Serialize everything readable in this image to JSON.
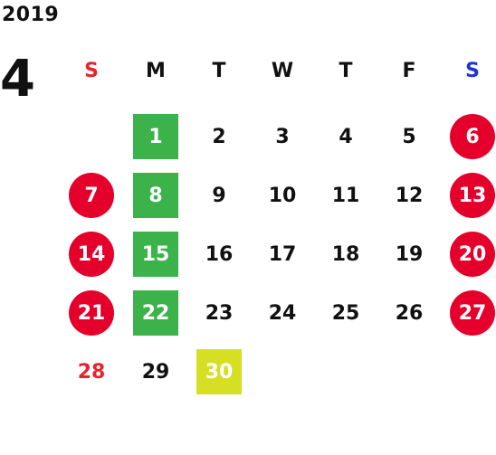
{
  "year": "2019",
  "month": "4",
  "weekdays": [
    {
      "label": "S",
      "color": "#e8232e"
    },
    {
      "label": "M",
      "color": "#111111"
    },
    {
      "label": "T",
      "color": "#111111"
    },
    {
      "label": "W",
      "color": "#111111"
    },
    {
      "label": "T",
      "color": "#111111"
    },
    {
      "label": "F",
      "color": "#111111"
    },
    {
      "label": "S",
      "color": "#1f33d6"
    }
  ],
  "weeks": [
    [
      "",
      "1",
      "2",
      "3",
      "4",
      "5",
      "6"
    ],
    [
      "7",
      "8",
      "9",
      "10",
      "11",
      "12",
      "13"
    ],
    [
      "14",
      "15",
      "16",
      "17",
      "18",
      "19",
      "20"
    ],
    [
      "21",
      "22",
      "23",
      "24",
      "25",
      "26",
      "27"
    ],
    [
      "28",
      "29",
      "30",
      "",
      "",
      "",
      ""
    ]
  ],
  "highlights": {
    "red_circle": [
      "6",
      "7",
      "13",
      "14",
      "20",
      "21",
      "27"
    ],
    "green_square": [
      "1",
      "8",
      "15",
      "22"
    ],
    "yellow_square": [
      "30"
    ],
    "red_text": [
      "28"
    ]
  },
  "colors": {
    "red": "#e4002b",
    "green": "#3cb34a",
    "yellow": "#d6df22",
    "blue": "#1f33d6",
    "text": "#111111"
  }
}
